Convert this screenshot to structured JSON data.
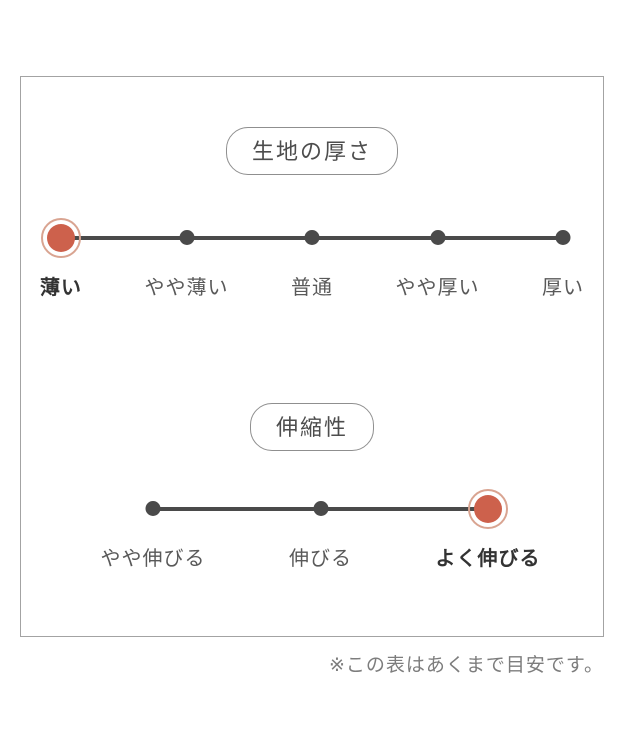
{
  "figure": {
    "scales": [
      {
        "title": "生地の厚さ",
        "options": [
          "薄い",
          "やや薄い",
          "普通",
          "やや厚い",
          "厚い"
        ],
        "selected_index": 0,
        "selected_label": "薄い"
      },
      {
        "title": "伸縮性",
        "options": [
          "やや伸びる",
          "伸びる",
          "よく伸びる"
        ],
        "selected_index": 2,
        "selected_label": "よく伸びる"
      }
    ],
    "footnote": "※この表はあくまで目安です。"
  },
  "colors": {
    "accent": "#cd614c",
    "accent_ring": "#d9a491",
    "track": "#4a4a4a",
    "label": "#595959",
    "label_selected": "#333333",
    "pill_border": "#8f8f8f",
    "pill_text": "#4d4d4d",
    "border": "#a3a3a3",
    "footnote": "#7d7d7d"
  }
}
